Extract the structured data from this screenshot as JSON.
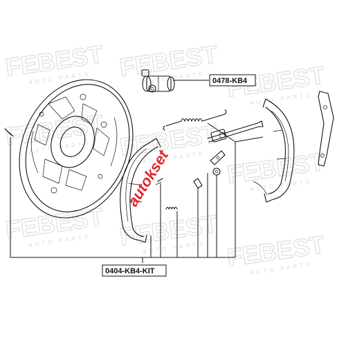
{
  "watermark": {
    "brand": "FEBEST",
    "tagline": "AUTO PARTS"
  },
  "overlay_logo": {
    "text": "autokset",
    "color": "#e3242b"
  },
  "callouts": {
    "wheel_cylinder": "0478-KB4",
    "brake_kit": "0404-KB4-KIT"
  }
}
